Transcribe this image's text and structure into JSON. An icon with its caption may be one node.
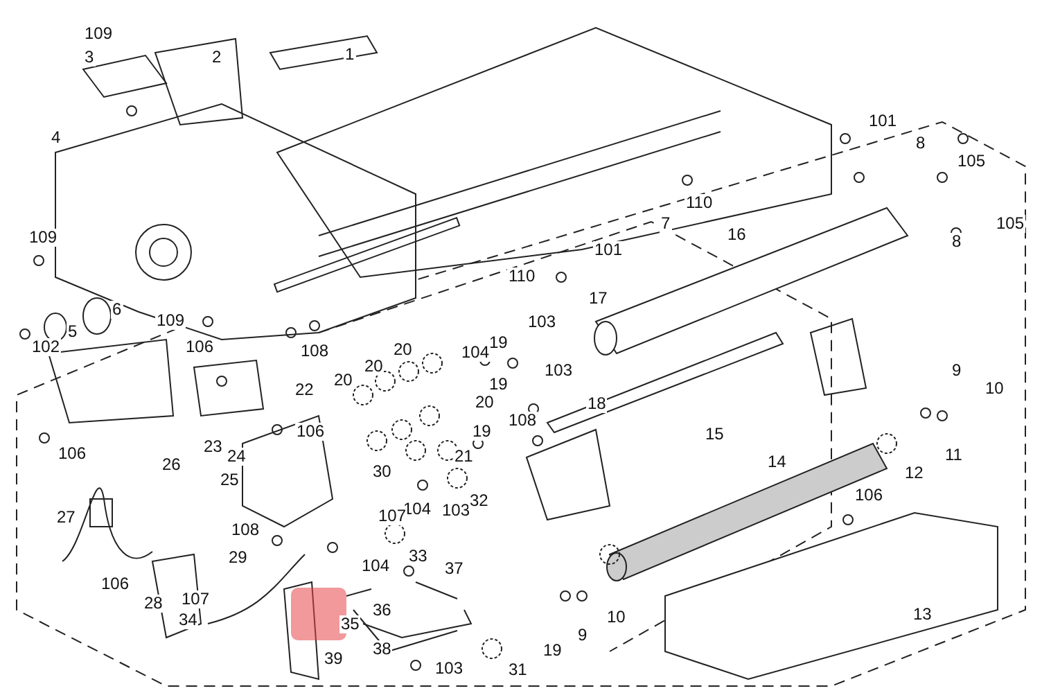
{
  "diagram": {
    "labels": [
      "109",
      "3",
      "2",
      "1",
      "4",
      "101",
      "8",
      "105",
      "110",
      "105",
      "7",
      "109",
      "8",
      "16",
      "101",
      "110",
      "6",
      "109",
      "5",
      "17",
      "102",
      "106",
      "103",
      "108",
      "19",
      "20",
      "104",
      "20",
      "103",
      "19",
      "22",
      "20",
      "9",
      "10",
      "18",
      "20",
      "108",
      "106",
      "26",
      "23",
      "24",
      "106",
      "25",
      "21",
      "19",
      "15",
      "11",
      "12",
      "14",
      "30",
      "104",
      "103",
      "32",
      "27",
      "107",
      "108",
      "106",
      "33",
      "29",
      "104",
      "37",
      "106",
      "107",
      "28",
      "36",
      "35",
      "34",
      "9",
      "10",
      "13",
      "19",
      "38",
      "39",
      "103",
      "31"
    ]
  }
}
